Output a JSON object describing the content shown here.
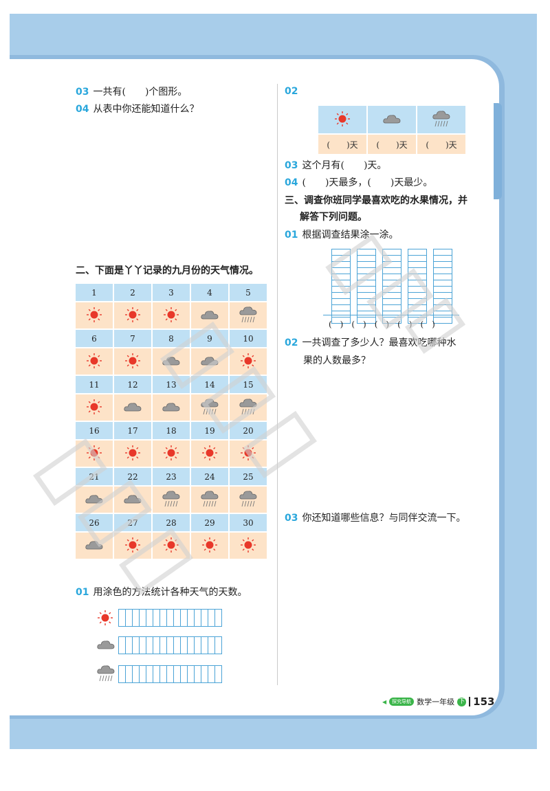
{
  "left": {
    "q03": {
      "num": "03",
      "text": "一共有(　　)个图形。"
    },
    "q04": {
      "num": "04",
      "text": "从表中你还能知道什么？"
    },
    "section2_title": "二、下面是丫丫记录的九月份的天气情况。",
    "weather_rows": [
      {
        "days": [
          "1",
          "2",
          "3",
          "4",
          "5"
        ],
        "icons": [
          "sun",
          "sun",
          "sun",
          "cloud",
          "rain"
        ]
      },
      {
        "days": [
          "6",
          "7",
          "8",
          "9",
          "10"
        ],
        "icons": [
          "sun",
          "sun",
          "cloud",
          "cloud",
          "sun"
        ]
      },
      {
        "days": [
          "11",
          "12",
          "13",
          "14",
          "15"
        ],
        "icons": [
          "sun",
          "cloud",
          "cloud",
          "rain",
          "rain"
        ]
      },
      {
        "days": [
          "16",
          "17",
          "18",
          "19",
          "20"
        ],
        "icons": [
          "sun",
          "sun",
          "sun",
          "sun",
          "sun"
        ]
      },
      {
        "days": [
          "21",
          "22",
          "23",
          "24",
          "25"
        ],
        "icons": [
          "cloud",
          "cloud",
          "rain",
          "rain",
          "rain"
        ]
      },
      {
        "days": [
          "26",
          "27",
          "28",
          "29",
          "30"
        ],
        "icons": [
          "cloud",
          "sun",
          "sun",
          "sun",
          "sun"
        ]
      }
    ],
    "q01": {
      "num": "01",
      "text": "用涂色的方法统计各种天气的天数。"
    }
  },
  "right": {
    "q02": {
      "num": "02",
      "line1": "一共调查了多少人？最喜欢吃哪种水",
      "line2": "果的人数最多？"
    },
    "stat_answers": [
      "(　　)天",
      "(　　)天",
      "(　　)天"
    ],
    "q03": {
      "num": "03",
      "text": "这个月有(　　)天。"
    },
    "q04": {
      "num": "04",
      "text": "(　　)天最多，(　　)天最少。"
    },
    "section3_line1": "三、调查你班同学最喜欢吃的水果情况，并",
    "section3_line2": "解答下列问题。",
    "q01": {
      "num": "01",
      "text": "根据调查结果涂一涂。"
    },
    "fruit_labels": "(　)　(　)　(　)　(　)　(　)",
    "q03b": {
      "num": "03",
      "text": "你还知道哪些信息？与同伴交流一下。"
    }
  },
  "footer": {
    "tag": "探究导航",
    "book": "数学一年级",
    "vol": "下",
    "page": "153"
  },
  "colors": {
    "accent": "#2aa7dc",
    "sun": "#e8382a",
    "cloud": "#9a9a9a",
    "header_blue": "#bfe0f4",
    "cell_peach": "#fde3c8",
    "bg_blue": "#a8cdea"
  }
}
